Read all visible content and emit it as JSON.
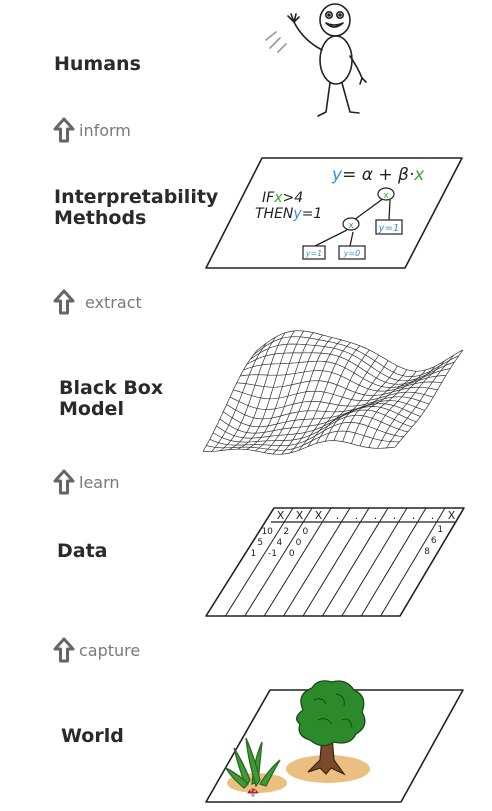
{
  "layers": {
    "humans": "Humans",
    "methods": "Interpretability\nMethods",
    "model": "Black Box\nModel",
    "data": "Data",
    "world": "World"
  },
  "arrows": {
    "inform": "inform",
    "extract": "extract",
    "learn": "learn",
    "capture": "capture"
  },
  "sketch": {
    "formula": {
      "y": "y",
      "rest": "= α + β·",
      "x": "x"
    },
    "rule": {
      "if": "IF",
      "x": "x",
      "cond": ">4",
      "then": "THEN",
      "y": "y",
      "val": "=1"
    },
    "tree": {
      "root": "x",
      "mid": "x",
      "leaf_right": "y=1",
      "leaf_left": "y=1",
      "leaf_mid": "y=0"
    },
    "table": {
      "headers": [
        "X",
        "X",
        "X",
        ".",
        ".",
        ".",
        ".",
        ".",
        ".",
        "X"
      ],
      "values": [
        "10",
        "2",
        "0",
        "5",
        "4",
        "0",
        "1",
        "-1",
        "0"
      ],
      "last_col": [
        "1",
        "6",
        "8"
      ]
    }
  },
  "colors": {
    "label": "#2a2a2a",
    "arrow_text": "#7a7a7a",
    "blue": "#3a8fd0",
    "green": "#3aa635",
    "tree_green": "#2d8a2a",
    "soil": "#e8b46a"
  }
}
